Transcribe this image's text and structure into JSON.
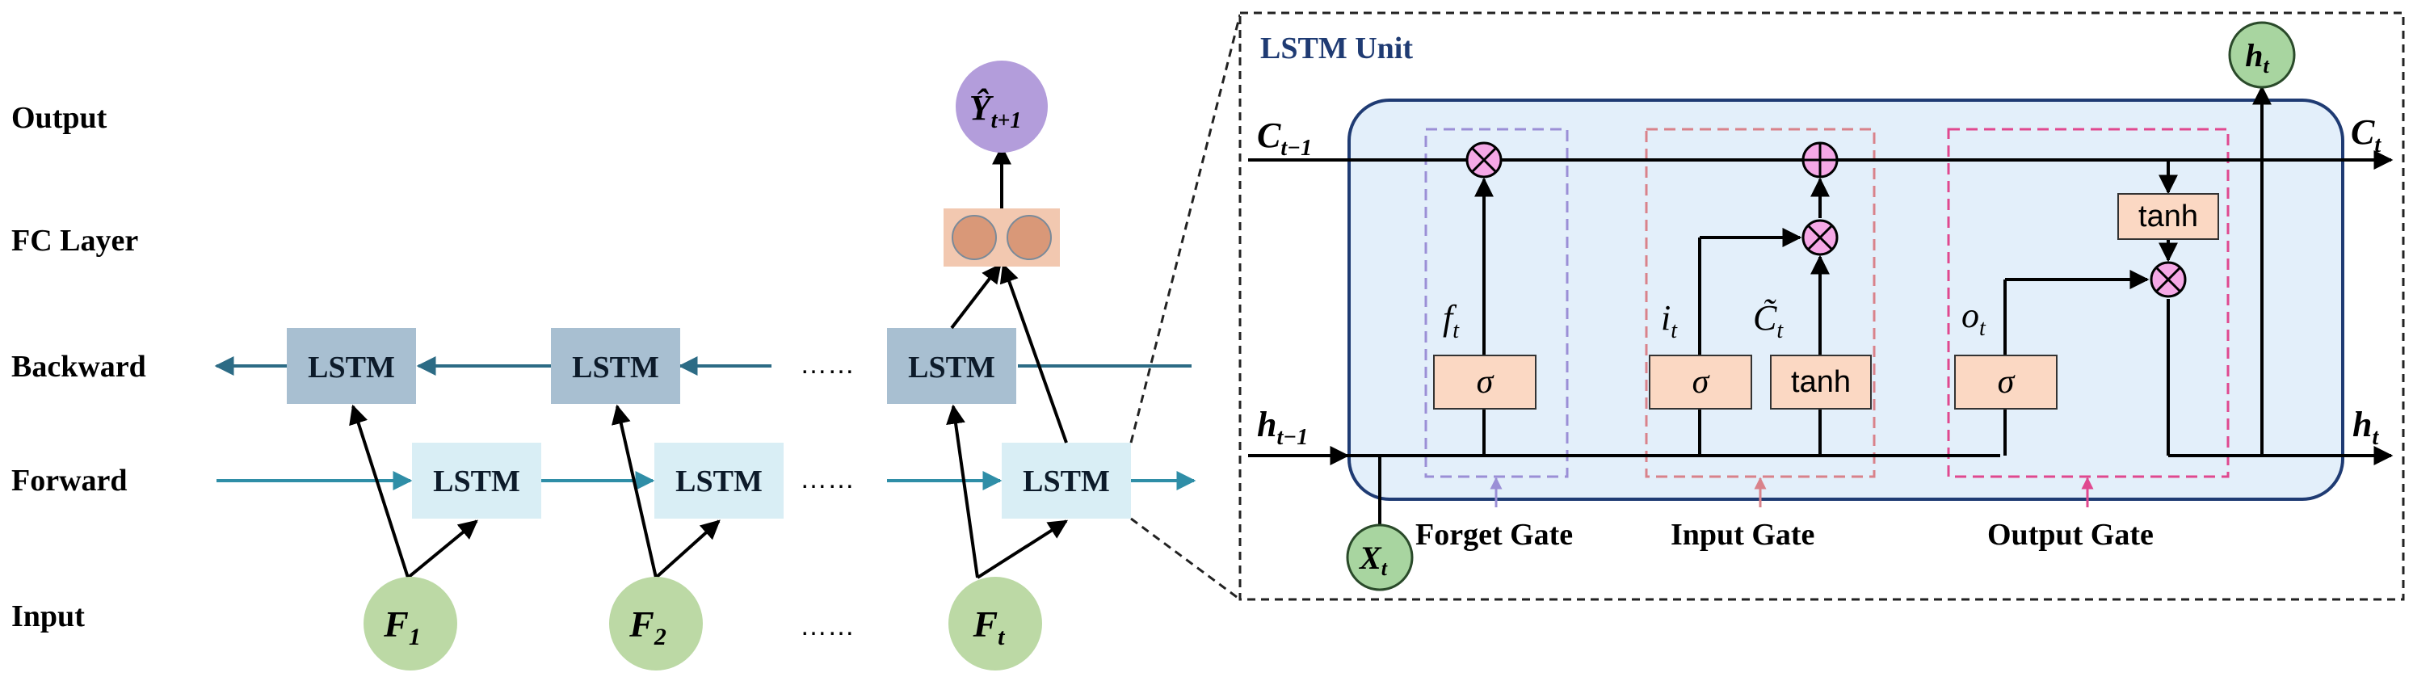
{
  "row_labels": {
    "output": "Output",
    "fc_layer": "FC Layer",
    "backward": "Backward",
    "forward": "Forward",
    "input": "Input"
  },
  "lstm_label": "LSTM",
  "ellipsis": "……",
  "inputs": {
    "f1": "F",
    "f1_sub": "1",
    "f2": "F",
    "f2_sub": "2",
    "ft": "F",
    "ft_sub": "t"
  },
  "output_node": {
    "base": "Ŷ",
    "sub": "t+1"
  },
  "unit": {
    "title": "LSTM Unit",
    "c_prev": {
      "base": "C",
      "sub": "t−1"
    },
    "c_t": {
      "base": "C",
      "sub": "t"
    },
    "h_prev": {
      "base": "h",
      "sub": "t−1"
    },
    "h_t_right": {
      "base": "h",
      "sub": "t"
    },
    "h_t_top": {
      "base": "h",
      "sub": "t"
    },
    "x_t": {
      "base": "X",
      "sub": "t"
    },
    "f_t": {
      "base": "f",
      "sub": "t"
    },
    "i_t": {
      "base": "i",
      "sub": "t"
    },
    "c_tilde": {
      "base": "C̃",
      "sub": "t"
    },
    "o_t": {
      "base": "o",
      "sub": "t"
    },
    "sigma": "σ",
    "tanh": "tanh",
    "gates": {
      "forget": "Forget Gate",
      "input": "Input Gate",
      "output": "Output Gate"
    }
  },
  "colors": {
    "backward_box": "#a8bfd1",
    "forward_box": "#d9eef5",
    "teal_arrow": "#2f8ea7",
    "backward_arrow": "#2c6b85",
    "input_node": "#bcd9a5",
    "output_node": "#b39ddb",
    "fc_box": "#f2c8b0",
    "fc_circle": "#d99878",
    "unit_bg": "#e3effa",
    "unit_border": "#1f3b73",
    "gate_box": "#fbd8c3",
    "op_pink": "#f5a8e6",
    "forget_dash": "#9b8fd6",
    "input_dash": "#d9828a",
    "output_dash": "#e0488f",
    "h_node": "#a8d5a0"
  }
}
